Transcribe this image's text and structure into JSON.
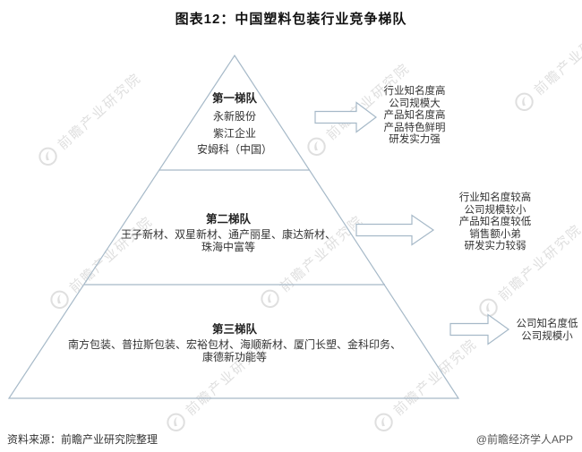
{
  "title": "图表12：中国塑料包装行业竞争梯队",
  "colors": {
    "outline": "#a6b9c8",
    "body_text": "#333333",
    "watermark": "#c6c6c6"
  },
  "watermark": {
    "text": "前瞻产业研究院",
    "logo_icon": "qianzhan-logo"
  },
  "pyramid": {
    "tiers": [
      {
        "label": "第一梯队",
        "companies": [
          "永新股份",
          "紫江企业",
          "安姆科（中国）"
        ],
        "description": [
          "行业知名度高",
          "公司规模大",
          "产品知名度高",
          "产品特色鲜明",
          "研发实力强"
        ]
      },
      {
        "label": "第二梯队",
        "companies_text": "王子新材、双星新材、通产丽星、康达新材、珠海中富等",
        "description": [
          "行业知名度较高",
          "公司规模较小",
          "产品知名度较低",
          "销售额小弟",
          "研发实力较弱"
        ]
      },
      {
        "label": "第三梯队",
        "companies_text": "南方包装、普拉斯包装、宏裕包材、海顺新材、厦门长塑、金科印务、康德新功能等",
        "description": [
          "公司知名度低",
          "公司规模小"
        ]
      }
    ]
  },
  "footer": {
    "source": "资料来源：前瞻产业研究院整理",
    "credit": "@前瞻经济学人APP"
  }
}
